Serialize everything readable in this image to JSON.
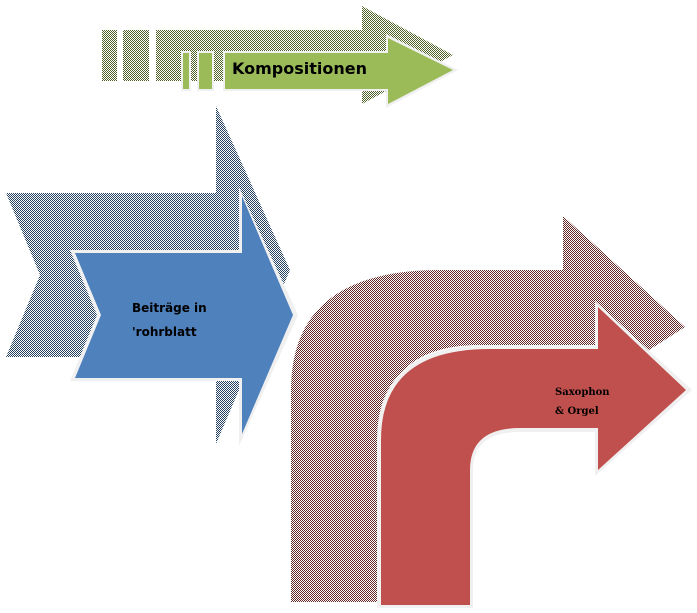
{
  "diagram": {
    "title": "",
    "colors": {
      "green": "#9bbb59",
      "green_shadow": "#4f6228",
      "blue": "#4f81bd",
      "blue_shadow": "#244061",
      "red": "#c0504d",
      "red_shadow": "#632523",
      "outline": "#f0f0f0"
    },
    "nodes": [
      {
        "id": "kompositionen",
        "label": "Kompositionen",
        "shape": "striped-right-arrow",
        "color": "green"
      },
      {
        "id": "beitraege",
        "label_line1": "Beiträge in",
        "label_line2": "'rohrblatt",
        "shape": "notched-right-arrow",
        "color": "blue"
      },
      {
        "id": "saxophon",
        "label_line1": "Saxophon",
        "label_line2": "& Orgel",
        "shape": "bent-up-right-arrow",
        "color": "red"
      }
    ]
  }
}
